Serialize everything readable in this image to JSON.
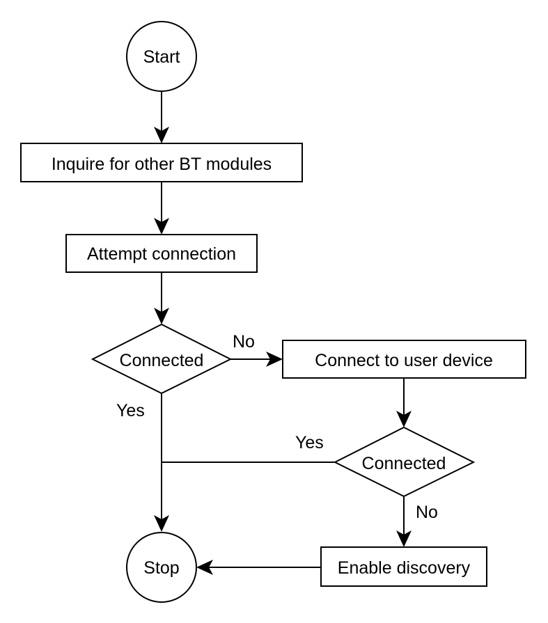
{
  "diagram": {
    "nodes": {
      "start": "Start",
      "inquire": "Inquire for other BT modules",
      "attempt": "Attempt connection",
      "connected1": "Connected",
      "connect_user": "Connect to user device",
      "connected2": "Connected",
      "enable_discovery": "Enable discovery",
      "stop": "Stop"
    },
    "edge_labels": {
      "connected1_no": "No",
      "connected1_yes": "Yes",
      "connected2_yes": "Yes",
      "connected2_no": "No"
    }
  }
}
